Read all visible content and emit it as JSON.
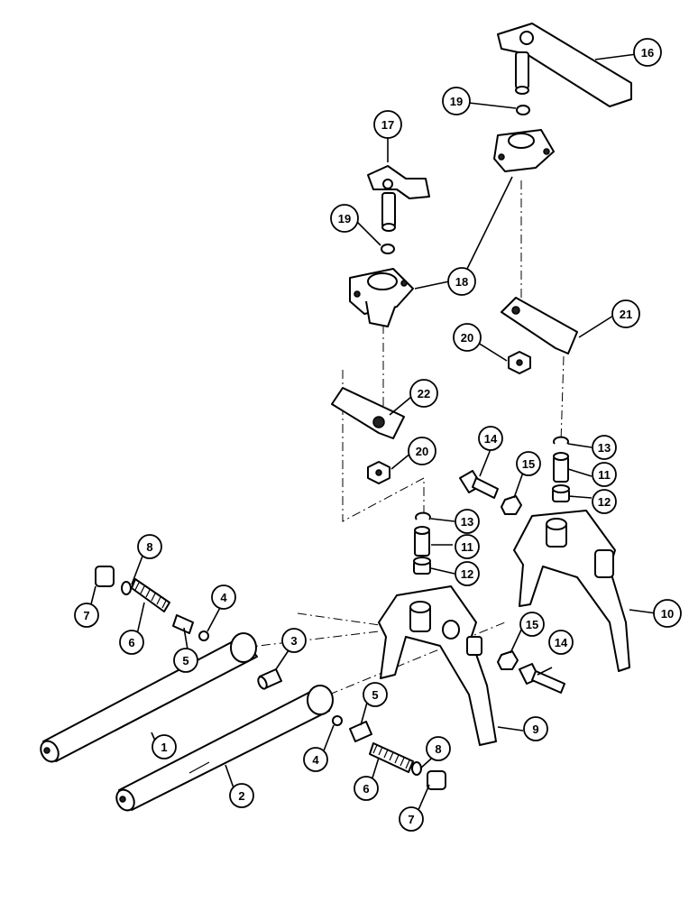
{
  "callouts": [
    {
      "id": "c1",
      "label": "1"
    },
    {
      "id": "c2",
      "label": "2"
    },
    {
      "id": "c3",
      "label": "3"
    },
    {
      "id": "c4a",
      "label": "4"
    },
    {
      "id": "c4b",
      "label": "4"
    },
    {
      "id": "c5a",
      "label": "5"
    },
    {
      "id": "c5b",
      "label": "5"
    },
    {
      "id": "c6a",
      "label": "6"
    },
    {
      "id": "c6b",
      "label": "6"
    },
    {
      "id": "c7a",
      "label": "7"
    },
    {
      "id": "c7b",
      "label": "7"
    },
    {
      "id": "c8a",
      "label": "8"
    },
    {
      "id": "c8b",
      "label": "8"
    },
    {
      "id": "c9",
      "label": "9"
    },
    {
      "id": "c10",
      "label": "10"
    },
    {
      "id": "c11a",
      "label": "11"
    },
    {
      "id": "c11b",
      "label": "11"
    },
    {
      "id": "c12a",
      "label": "12"
    },
    {
      "id": "c12b",
      "label": "12"
    },
    {
      "id": "c13a",
      "label": "13"
    },
    {
      "id": "c13b",
      "label": "13"
    },
    {
      "id": "c14a",
      "label": "14"
    },
    {
      "id": "c14b",
      "label": "14"
    },
    {
      "id": "c15a",
      "label": "15"
    },
    {
      "id": "c15b",
      "label": "15"
    },
    {
      "id": "c16",
      "label": "16"
    },
    {
      "id": "c17",
      "label": "17"
    },
    {
      "id": "c18",
      "label": "18"
    },
    {
      "id": "c19a",
      "label": "19"
    },
    {
      "id": "c19b",
      "label": "19"
    },
    {
      "id": "c20a",
      "label": "20"
    },
    {
      "id": "c20b",
      "label": "20"
    },
    {
      "id": "c21",
      "label": "21"
    },
    {
      "id": "c22",
      "label": "22"
    }
  ]
}
